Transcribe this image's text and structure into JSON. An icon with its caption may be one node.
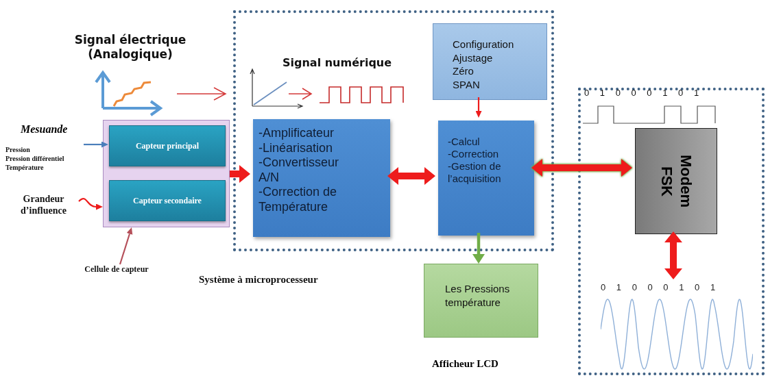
{
  "diagram": {
    "nodes": [
      {
        "text": [],
        "shape": "box"
      },
      {
        "text": [
          "Capteur principal"
        ],
        "in": 0
      },
      {
        "text": [
          "Capteur secondaire"
        ],
        "in": 0
      },
      {
        "text": [
          "Mesuande",
          "Pression",
          "Pression différentiel",
          "Température"
        ]
      },
      {
        "text": [
          "Grandeur d’influence"
        ]
      },
      {
        "text": [
          "Cellule de capteur"
        ]
      },
      {
        "text": [],
        "shape": "box"
      },
      {
        "text": [
          "-Amplificateur",
          "-Linéarisation",
          "-Convertisseur A/N",
          "-Correction de Température"
        ],
        "in": 6
      },
      {
        "text": [
          "Configuration",
          "Ajustage",
          "Zéro",
          "SPAN"
        ],
        "in": 6
      },
      {
        "text": [
          "-Calcul",
          "-Correction",
          "-Gestion de l’acquisition"
        ],
        "in": 6
      },
      {
        "text": [
          "Les Pressions température"
        ],
        "beside": [
          "Afficheur LCD"
        ]
      },
      {
        "text": [],
        "shape": "box"
      },
      {
        "text": [
          "Modem FSK"
        ],
        "in": 11
      },
      {
        "text": [
          "0 1 0 0 0 1 0 1"
        ],
        "in": 11
      }
    ],
    "edges": [
      {
        "from": 3,
        "to": 1,
        "arrow": "to",
        "color": "#4a7ebb"
      },
      {
        "from": 4,
        "to": 0,
        "arrow": "to"
      },
      {
        "from": 5,
        "to": 0,
        "arrow": "to",
        "color": "#b5505a"
      },
      {
        "from": 0,
        "to": 7,
        "arrow": "to",
        "style": "thick"
      },
      {
        "from": 7,
        "to": 9,
        "arrow": "both",
        "style": "thick"
      },
      {
        "from": 8,
        "to": 9,
        "arrow": "to"
      },
      {
        "from": 9,
        "to": 12,
        "arrow": "both",
        "style": "thick"
      },
      {
        "from": 9,
        "to": 10,
        "arrow": "to",
        "color": "#70ad47"
      },
      {
        "from": 12,
        "to": 13,
        "arrow": "both",
        "style": "thick"
      }
    ],
    "labels": [
      "Signal électrique (Analogique)",
      "Signal numérique",
      "0 1 0 0 0 1 0 1",
      "Système à microprocesseur"
    ]
  }
}
